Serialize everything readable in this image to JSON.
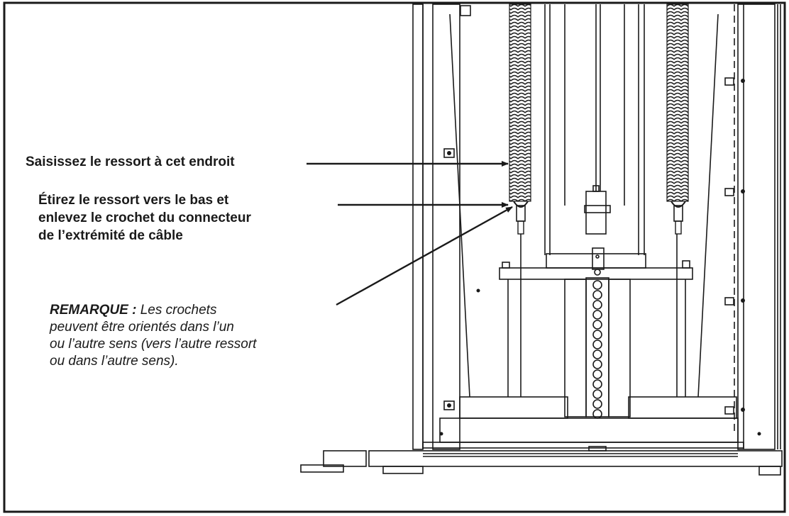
{
  "callouts": {
    "grab_spring": "Saisissez le ressort à cet endroit",
    "stretch_spring_lines": [
      "Étirez le ressort vers le bas et",
      "enlevez le crochet du connecteur",
      "de l’extrémité de câble"
    ]
  },
  "note": {
    "label": "REMARQUE :",
    "lines": [
      " Les crochets",
      "peuvent être orientés dans l’un",
      "ou l’autre sens (vers l’autre ressort",
      "ou dans l’autre sens)."
    ]
  },
  "colors": {
    "ink": "#1a1a1a",
    "background": "#ffffff"
  }
}
